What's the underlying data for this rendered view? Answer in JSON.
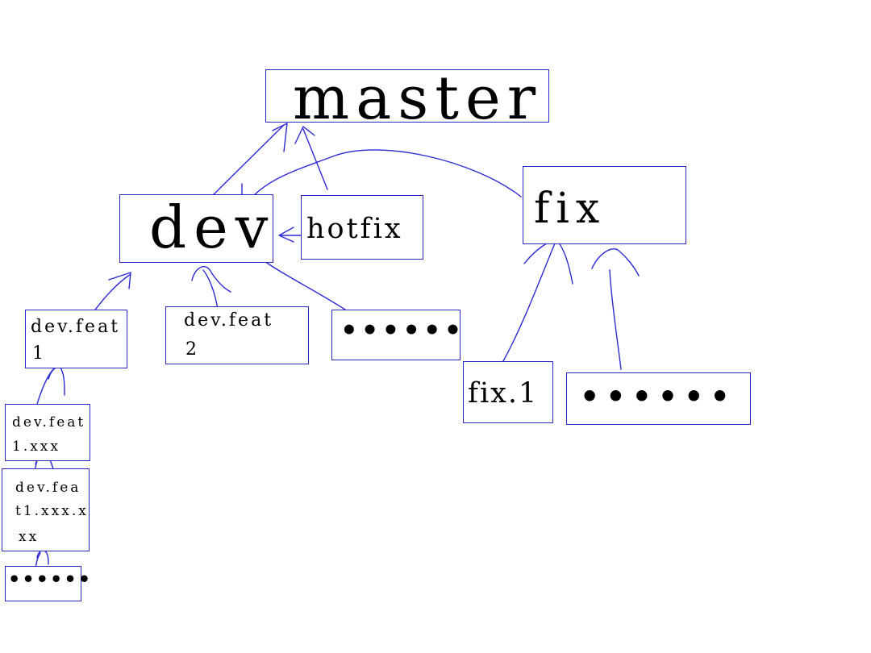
{
  "nodes": {
    "master": "master",
    "dev": "dev",
    "hotfix": "hotfix",
    "fix": "fix",
    "dev_feat1_line1": "dev.feat",
    "dev_feat1_line2": "1",
    "dev_feat2_line1": "dev.feat",
    "dev_feat2_line2": "2",
    "dev_more": "••••••",
    "fix_1": "fix.1",
    "fix_more": "••••••",
    "dev_feat1_xxx_line1": "dev.feat",
    "dev_feat1_xxx_line2": "1.xxx",
    "dev_feat1_xxx_xxx_line1": "dev.fea",
    "dev_feat1_xxx_xxx_line2": "t1.xxx.x",
    "dev_feat1_xxx_xxx_line3": "xx",
    "deep_more": "••••••"
  },
  "colors": {
    "line": "#2a2ad6",
    "box_border": "#2727c4"
  }
}
